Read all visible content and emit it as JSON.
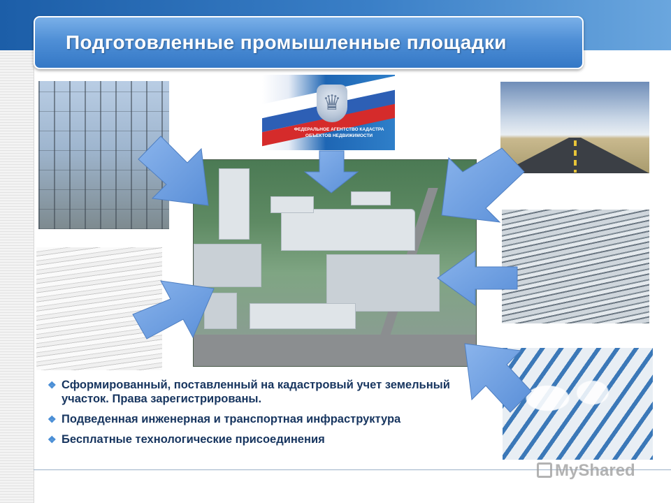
{
  "slide": {
    "title": "Подготовленные промышленные площадки",
    "bullets": [
      "Сформированный, поставленный на кадастровый учет земельный участок. Права зарегистрированы.",
      "Подведенная инженерная и транспортная инфраструктура",
      "Бесплатные технологические присоединения"
    ],
    "bullet_icon": "diamond-bullet-icon"
  },
  "emblem_photo": {
    "caption": "ФЕДЕРАЛЬНОЕ АГЕНТСТВО КАДАСТРА ОБЪЕКТОВ НЕДВИЖИМОСТИ"
  },
  "watermark": {
    "text": "MyShared"
  },
  "colors": {
    "title_bar": "#4f8fd6",
    "bullet_text": "#17355f",
    "arrow": "#6e9fe0",
    "top_band": "#1c5ea8"
  }
}
